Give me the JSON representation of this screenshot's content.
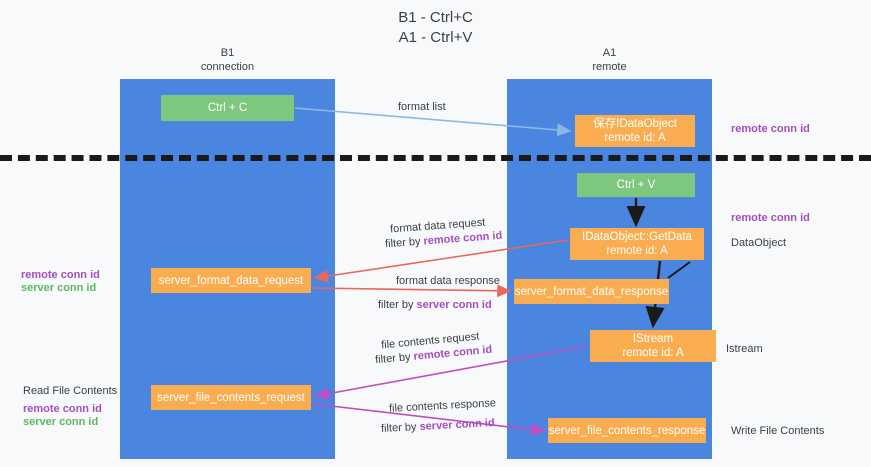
{
  "diagram": {
    "title_line1": "B1 - Ctrl+C",
    "title_line2": "A1 - Ctrl+V",
    "colors": {
      "lane": "#4a86e0",
      "green_node": "#7ec77f",
      "orange_node": "#f9ad50",
      "purple_text": "#a64ec0",
      "green_text": "#5fb85f",
      "blue_arrow": "#8cb7e8",
      "red_arrow": "#e8685a",
      "magenta_arrow": "#c04ec0",
      "black_arrow": "#1a1a1a",
      "divider": "#1a1a1a",
      "background": "#f8f9fa"
    },
    "lanes": [
      {
        "id": "b1",
        "name": "B1",
        "sub": "connection"
      },
      {
        "id": "a1",
        "name": "A1",
        "sub": "remote"
      }
    ],
    "nodes": {
      "ctrl_c": {
        "line1": "Ctrl + C",
        "line2": ""
      },
      "save_ido": {
        "line1": "保存IDataObject",
        "line2": "remote id: A"
      },
      "ctrl_v": {
        "line1": "Ctrl + V",
        "line2": ""
      },
      "get_data": {
        "line1": "IDataObject::GetData",
        "line2": "remote id: A"
      },
      "sfd_req": {
        "line1": "server_format_data_request",
        "line2": ""
      },
      "sfd_res": {
        "line1": "server_format_data_response",
        "line2": ""
      },
      "istream": {
        "line1": "IStream",
        "line2": "remote id: A"
      },
      "sfc_req": {
        "line1": "server_file_contents_request",
        "line2": ""
      },
      "sfc_res": {
        "line1": "server_file_contents_response",
        "line2": ""
      }
    },
    "edge_labels": {
      "format_list": "format list",
      "format_data_request": "format data request",
      "format_data_request_filter_prefix": "filter by ",
      "format_data_request_filter_key": "remote conn id",
      "format_data_response": "format data response",
      "format_data_response_filter_prefix": "filter by ",
      "format_data_response_filter_key": "server conn id",
      "file_contents_request": "file contents request",
      "file_contents_request_filter_prefix": "filter by ",
      "file_contents_request_filter_key": "remote conn id",
      "file_contents_response": "file contents response",
      "file_contents_response_filter_prefix": "filter by ",
      "file_contents_response_filter_key": "server conn id"
    },
    "right_annotations": {
      "remote_conn_id_top": "remote conn id",
      "remote_conn_id_mid": "remote conn id",
      "data_object": "DataObject",
      "istream": "Istream",
      "write_file_contents": "Write File Contents"
    },
    "left_annotations": {
      "remote_conn_id_1": "remote conn id",
      "server_conn_id_1": "server conn id",
      "read_file_contents": "Read File Contents",
      "remote_conn_id_2": "remote conn id",
      "server_conn_id_2": "server conn id"
    }
  }
}
